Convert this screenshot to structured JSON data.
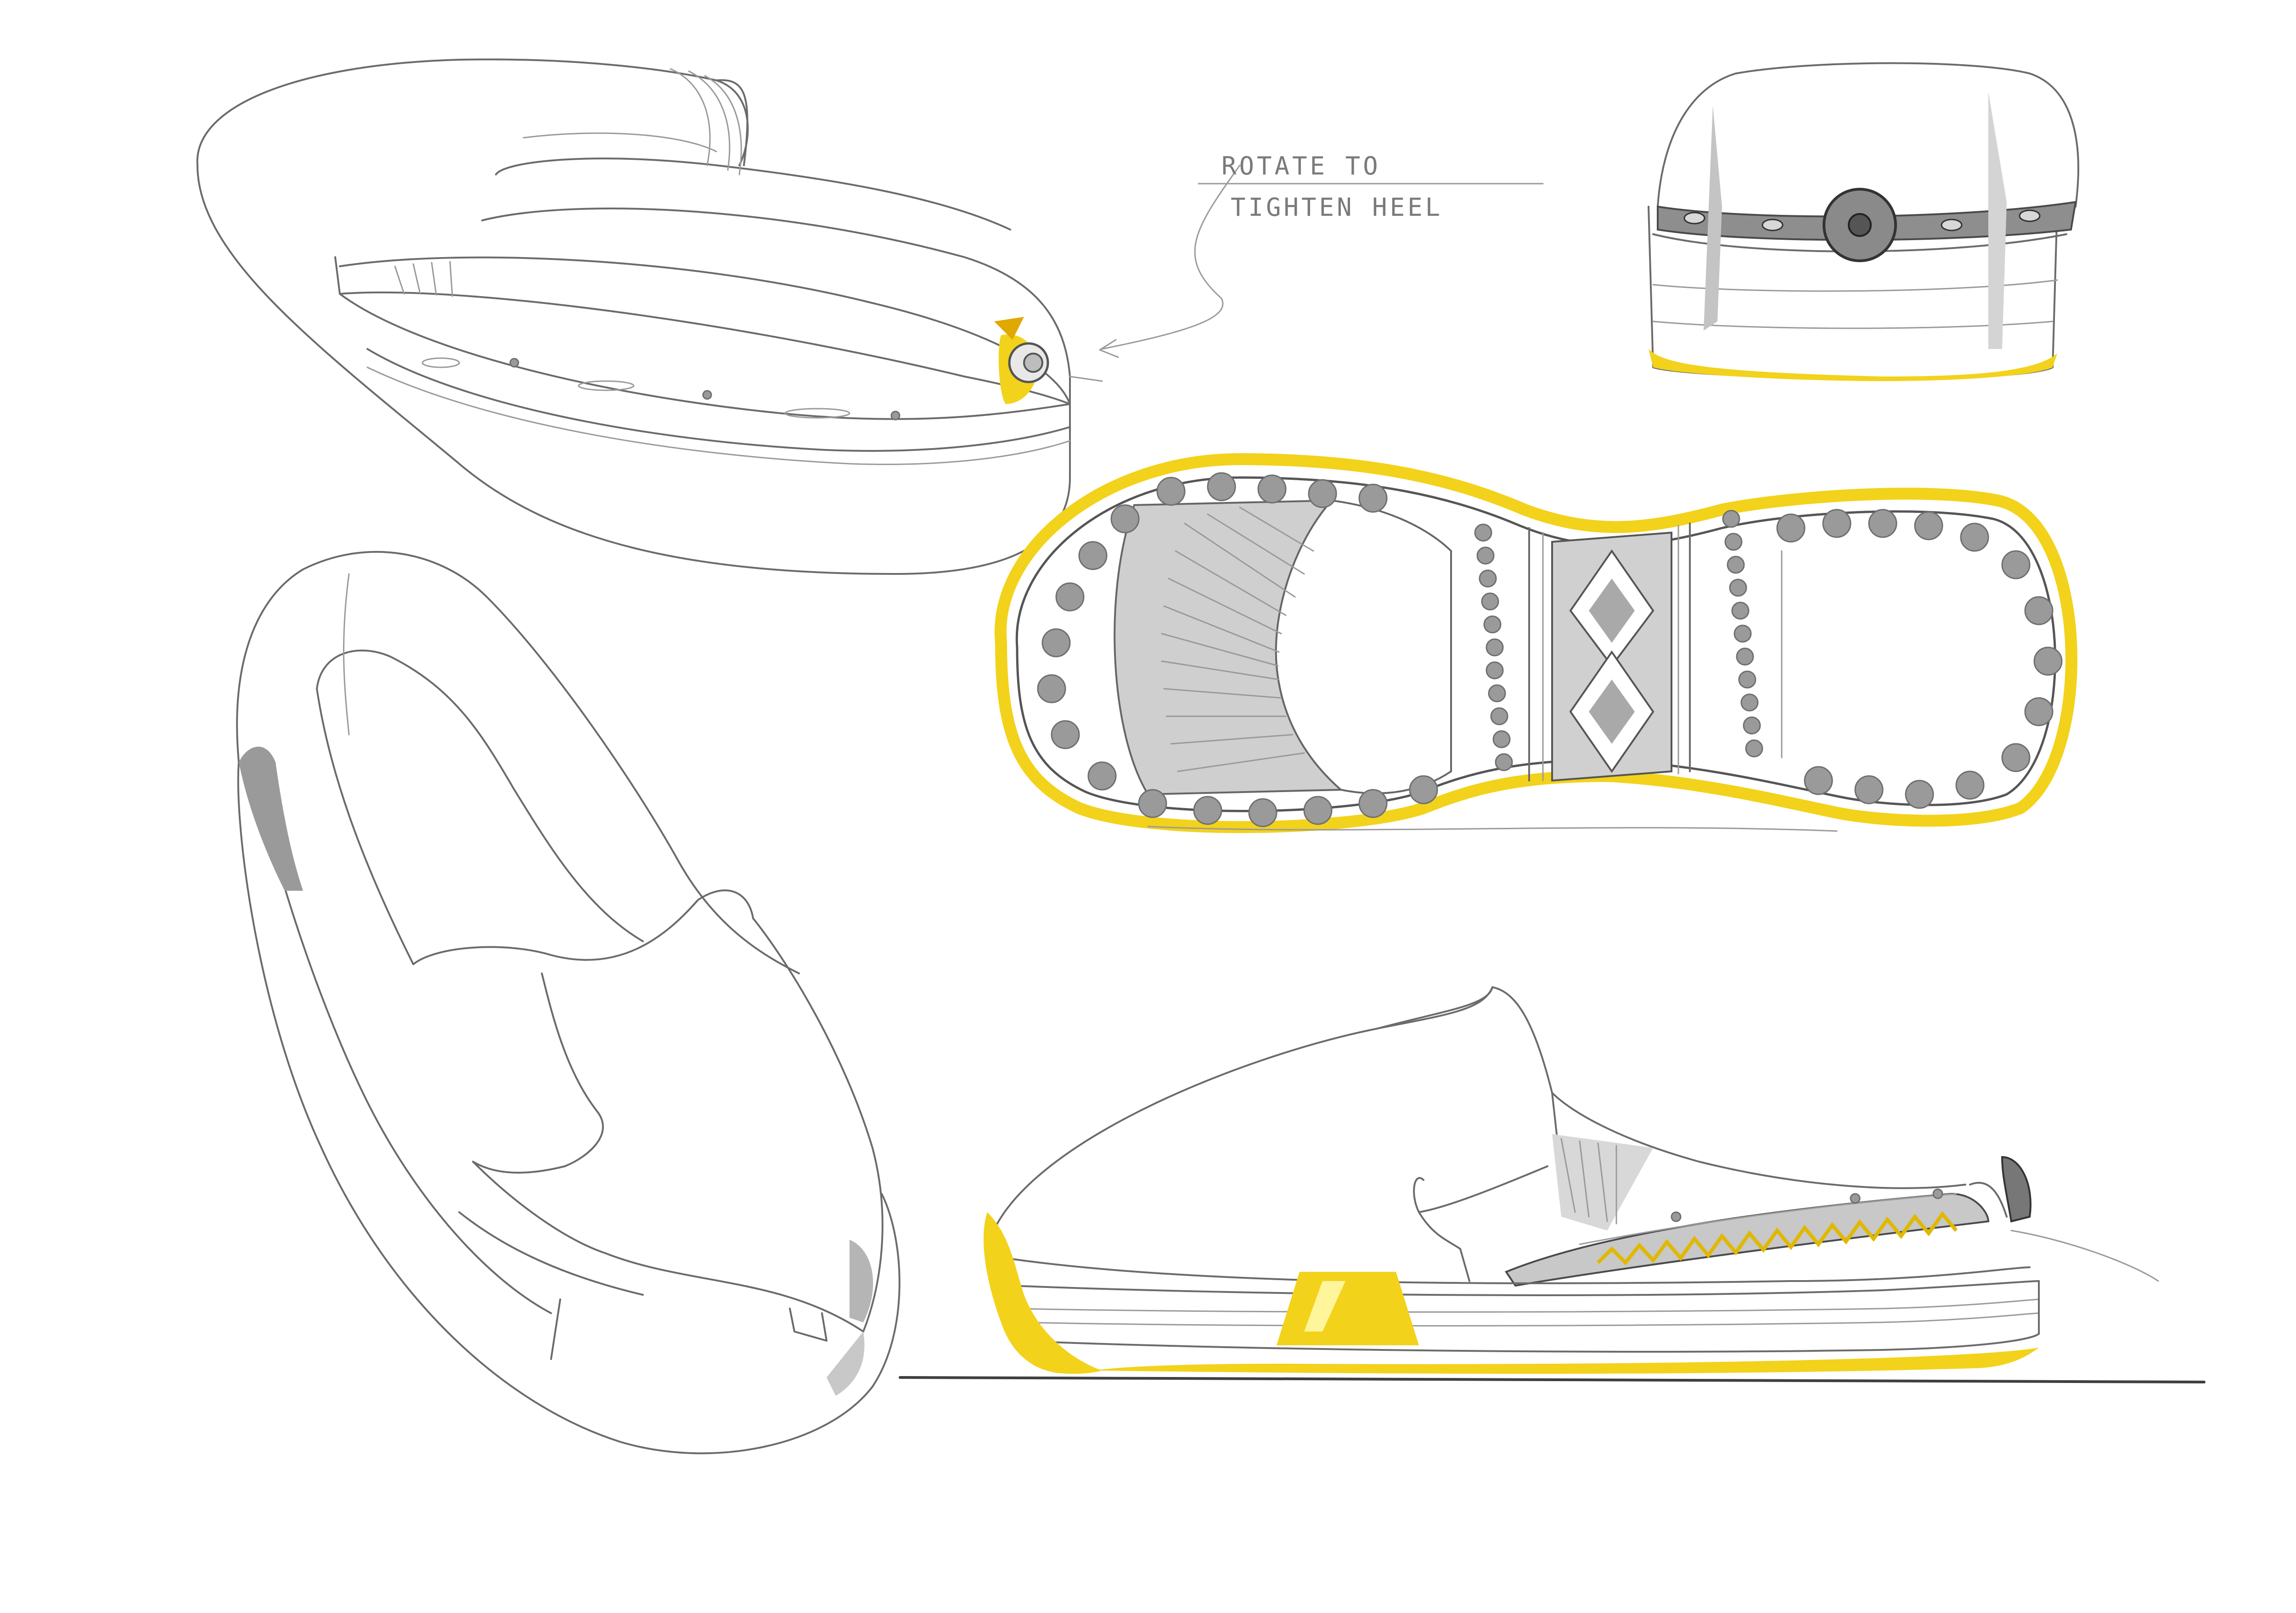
{
  "annotation": {
    "line1": "ROTATE TO",
    "line2": "TIGHTEN HEEL"
  },
  "colors": {
    "accent_yellow": "#f2d21b",
    "pencil": "#6b6b6b",
    "shading": "#bdbdbd"
  },
  "views": [
    {
      "id": "perspective-rear",
      "label": ""
    },
    {
      "id": "back-view",
      "label": ""
    },
    {
      "id": "outsole-bottom",
      "label": ""
    },
    {
      "id": "perspective-top",
      "label": ""
    },
    {
      "id": "side-view",
      "label": ""
    }
  ]
}
